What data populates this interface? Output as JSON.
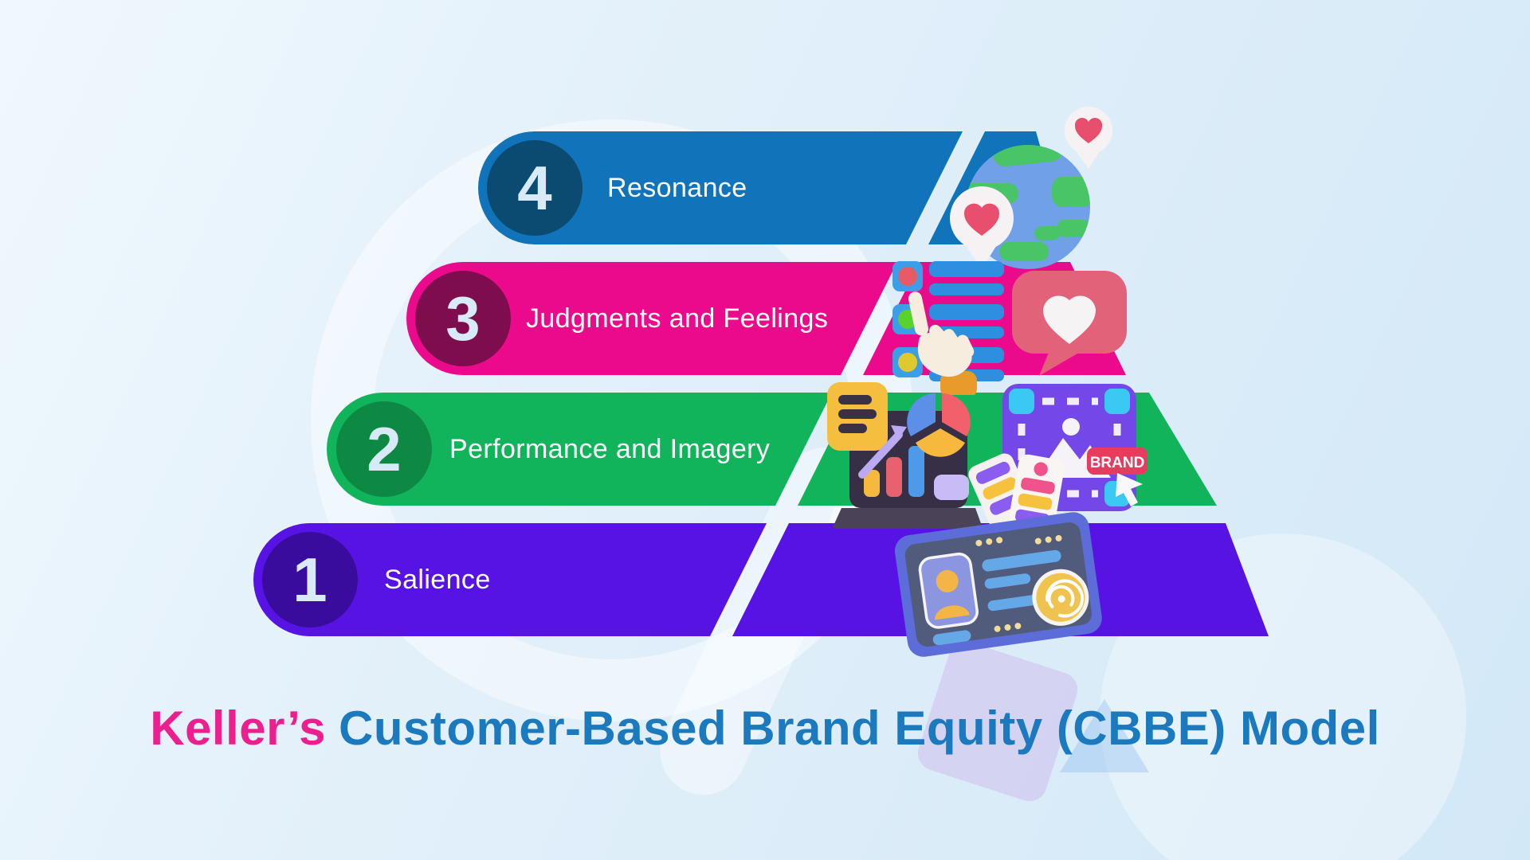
{
  "title": {
    "highlight": "Keller’s",
    "rest": "Customer-Based Brand Equity (CBBE) Model",
    "highlight_color": "#ED1E8D",
    "rest_color": "#1B79BE"
  },
  "pyramid": {
    "levels": [
      {
        "number": "4",
        "label": "Resonance",
        "bar_color": "#1173B9",
        "badge_color": "#0B4B72",
        "icons": [
          "globe-with-heart-pins"
        ]
      },
      {
        "number": "3",
        "label": "Judgments and Feelings",
        "bar_color": "#EC0A8C",
        "badge_color": "#7E0D4E",
        "icons": [
          "survey-checklist-with-hand",
          "heart-chat-bubble"
        ]
      },
      {
        "number": "2",
        "label": "Performance and Imagery",
        "bar_color": "#12B45B",
        "badge_color": "#0E8943",
        "icons": [
          "analytics-laptop",
          "brand-design-canvas",
          "color-swatch-cards"
        ]
      },
      {
        "number": "1",
        "label": "Salience",
        "bar_color": "#5713E4",
        "badge_color": "#3A0C9E",
        "icons": [
          "id-card-with-fingerprint"
        ]
      }
    ]
  },
  "icon_labels": {
    "brand_tag": "BRAND"
  }
}
